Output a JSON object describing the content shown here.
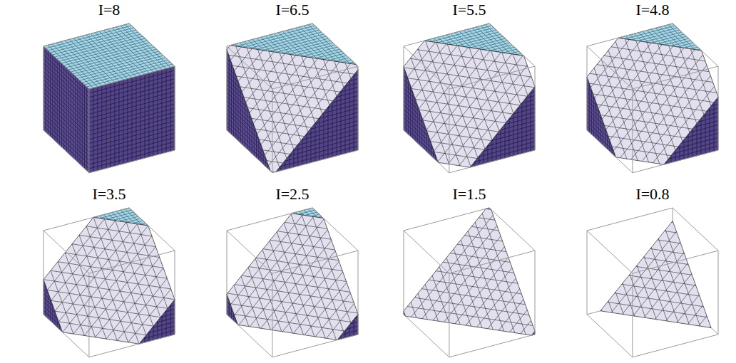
{
  "diagram": {
    "labels": [
      "I=8",
      "I=6.5",
      "I=5.5",
      "I=4.8",
      "I=3.5",
      "I=2.5",
      "I=1.5",
      "I=0.8"
    ]
  }
}
